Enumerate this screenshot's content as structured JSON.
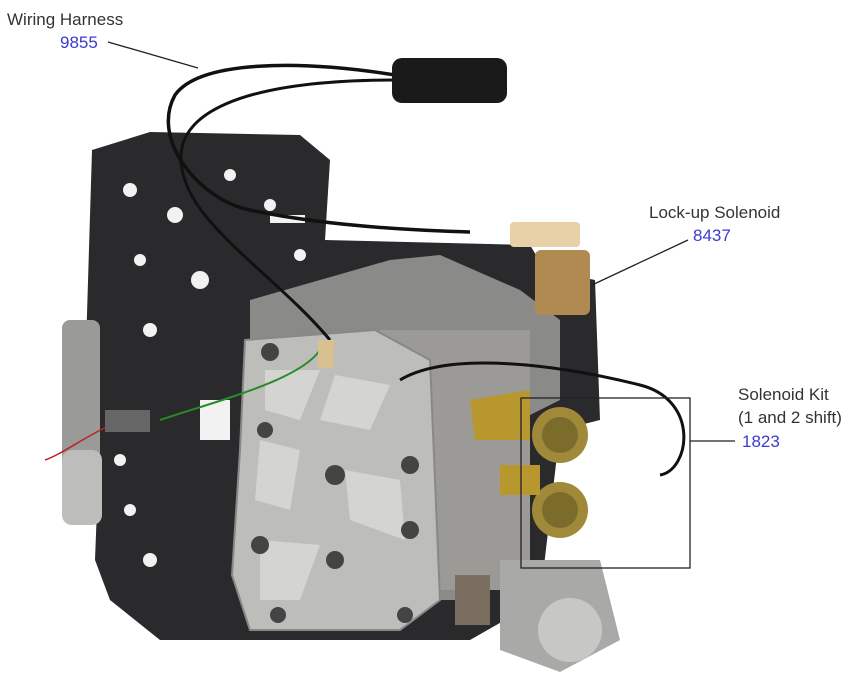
{
  "callouts": [
    {
      "label": "Wiring Harness",
      "part_number": "9855"
    },
    {
      "label": "Lock-up Solenoid",
      "part_number": "8437"
    },
    {
      "label_line1": "Solenoid Kit",
      "label_line2": "(1 and 2 shift)",
      "part_number": "1823"
    }
  ],
  "colors": {
    "part_number": "#3a3ad0",
    "label": "#333333",
    "leader": "#222222"
  }
}
